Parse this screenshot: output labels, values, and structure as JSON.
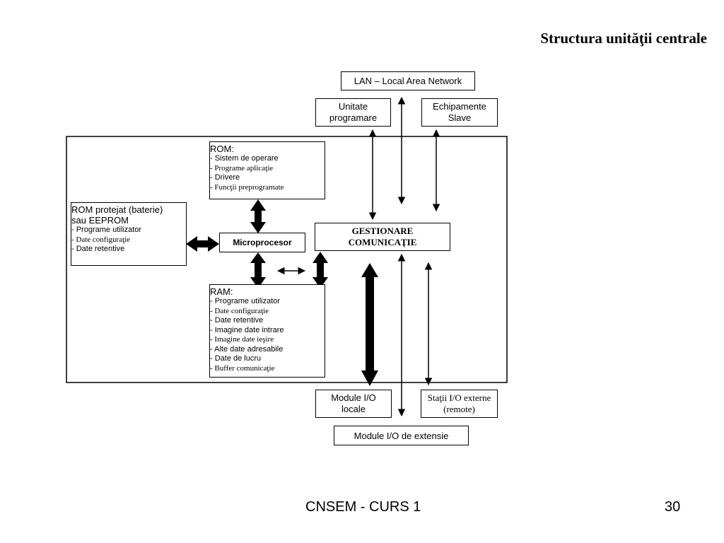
{
  "title": "Structura unităţii centrale",
  "nodes": {
    "lan": "LAN – Local Area Network",
    "unitate_programare": [
      "Unitate",
      "programare"
    ],
    "echipamente_slave": [
      "Echipamente",
      "Slave"
    ],
    "rom": {
      "heading": "ROM:",
      "items": [
        "- Sistem de operare",
        "- Programe aplicaţie",
        "- Drivere",
        "- Funcţii preprogramate"
      ]
    },
    "rom_protejat": {
      "heading": [
        "ROM protejat (baterie)",
        "sau EEPROM"
      ],
      "items": [
        "- Programe utilizator",
        "- Date configuraţie",
        "- Date retentive"
      ]
    },
    "microprocesor": "Microprocesor",
    "gestionare": [
      "GESTIONARE",
      "COMUNICAŢIE"
    ],
    "ram": {
      "heading": "RAM:",
      "items": [
        "- Programe utilizator",
        "- Date configuraţie",
        "- Date retentive",
        "- Imagine date intrare",
        "- Imagine date ieşire",
        "- Alte date adresabile",
        "- Date de lucru",
        "- Buffer comunicaţie"
      ]
    },
    "module_io_locale": [
      "Module I/O",
      "locale"
    ],
    "statii_io_externe": [
      "Staţii I/O externe",
      "(remote)"
    ],
    "module_io_extensie": "Module I/O de extensie"
  },
  "footer": {
    "course": "CNSEM - CURS 1",
    "page_number": "30"
  },
  "colors": {
    "line": "#000000",
    "background": "#ffffff"
  }
}
